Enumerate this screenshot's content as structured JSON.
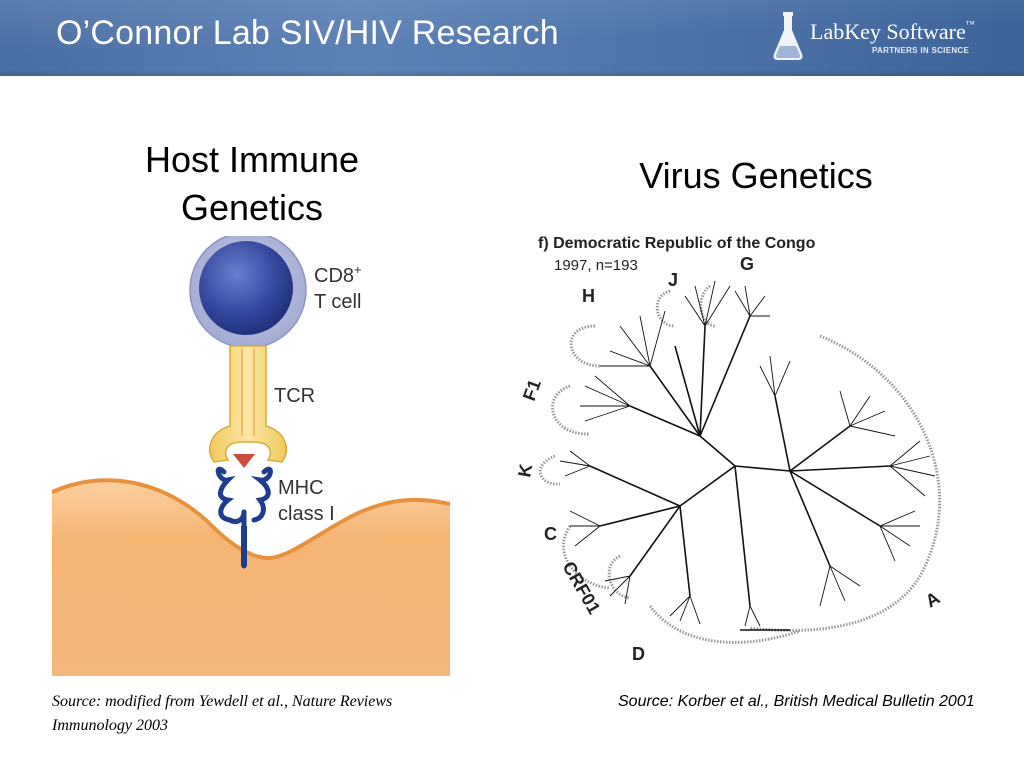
{
  "header": {
    "title": "O’Connor Lab SIV/HIV Research",
    "logo_text": "LabKey Software",
    "logo_tm": "™",
    "logo_tagline": "PARTNERS IN SCIENCE"
  },
  "host": {
    "heading_line1": "Host Immune",
    "heading_line2": "Genetics",
    "labels": {
      "cd8": "CD8",
      "cd8_sup": "+",
      "tcell": "T cell",
      "tcr": "TCR",
      "mhc": "MHC",
      "class": "class I"
    },
    "source": "Source: modified from Yewdell et al., Nature Reviews Immunology 2003"
  },
  "virus": {
    "heading": "Virus Genetics",
    "panel_title": "f) Democratic Republic of the Congo",
    "panel_sub": "1997, n=193",
    "clades": [
      "H",
      "J",
      "G",
      "F1",
      "K",
      "C",
      "CRF01",
      "D",
      "A"
    ],
    "source": "Source: Korber et al., British Medical Bulletin 2001"
  },
  "colors": {
    "header_blue": "#4c72a8",
    "cell_blue": "#2a3f8c",
    "membrane_orange": "#f5b574",
    "tcr_yellow": "#f3cf6e",
    "mhc_blue": "#1f3d8f"
  }
}
